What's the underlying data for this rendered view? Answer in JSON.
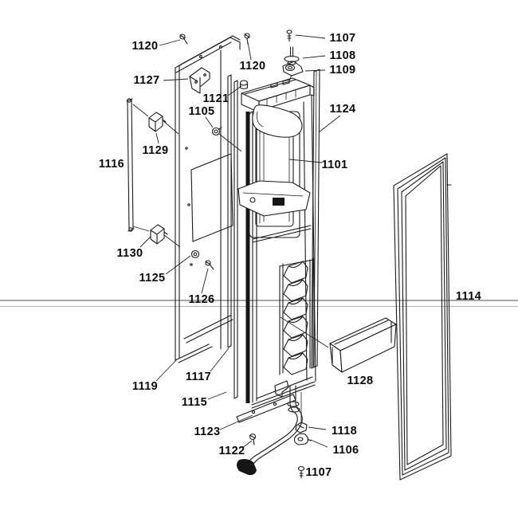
{
  "diagram": {
    "kind": "exploded-parts-diagram",
    "colors": {
      "background": "#ffffff",
      "line": "#1b1b1b",
      "text": "#0a0a0a",
      "rule": "#4d4d4d"
    },
    "labels": [
      {
        "text": "1120"
      },
      {
        "text": "1107"
      },
      {
        "text": "1108"
      },
      {
        "text": "1109"
      },
      {
        "text": "1120"
      },
      {
        "text": "1127"
      },
      {
        "text": "1121"
      },
      {
        "text": "1105"
      },
      {
        "text": "1124"
      },
      {
        "text": "1129"
      },
      {
        "text": "1116"
      },
      {
        "text": "1101"
      },
      {
        "text": "1130"
      },
      {
        "text": "1125"
      },
      {
        "text": "1126"
      },
      {
        "text": "1114"
      },
      {
        "text": "1117"
      },
      {
        "text": "1119"
      },
      {
        "text": "1115"
      },
      {
        "text": "1123"
      },
      {
        "text": "1122"
      },
      {
        "text": "1128"
      },
      {
        "text": "1118"
      },
      {
        "text": "1106"
      },
      {
        "text": "1107"
      }
    ]
  }
}
